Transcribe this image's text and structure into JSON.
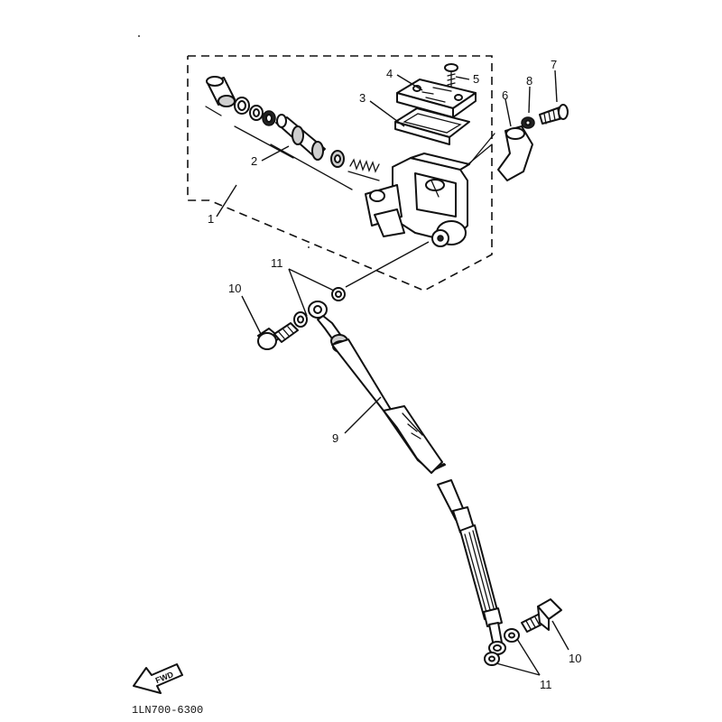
{
  "callouts": {
    "c1": "1",
    "c2": "2",
    "c3": "3",
    "c4": "4",
    "c5": "5",
    "c6": "6",
    "c7": "7",
    "c8": "8",
    "c9": "9",
    "c10_top": "10",
    "c10_bottom": "10",
    "c11_top": "11",
    "c11_bottom": "11"
  },
  "fwd_label": "FWD",
  "diagram_code": "1LN700-6300",
  "icons": {
    "fwd_arrow": "fwd-arrow-icon"
  }
}
